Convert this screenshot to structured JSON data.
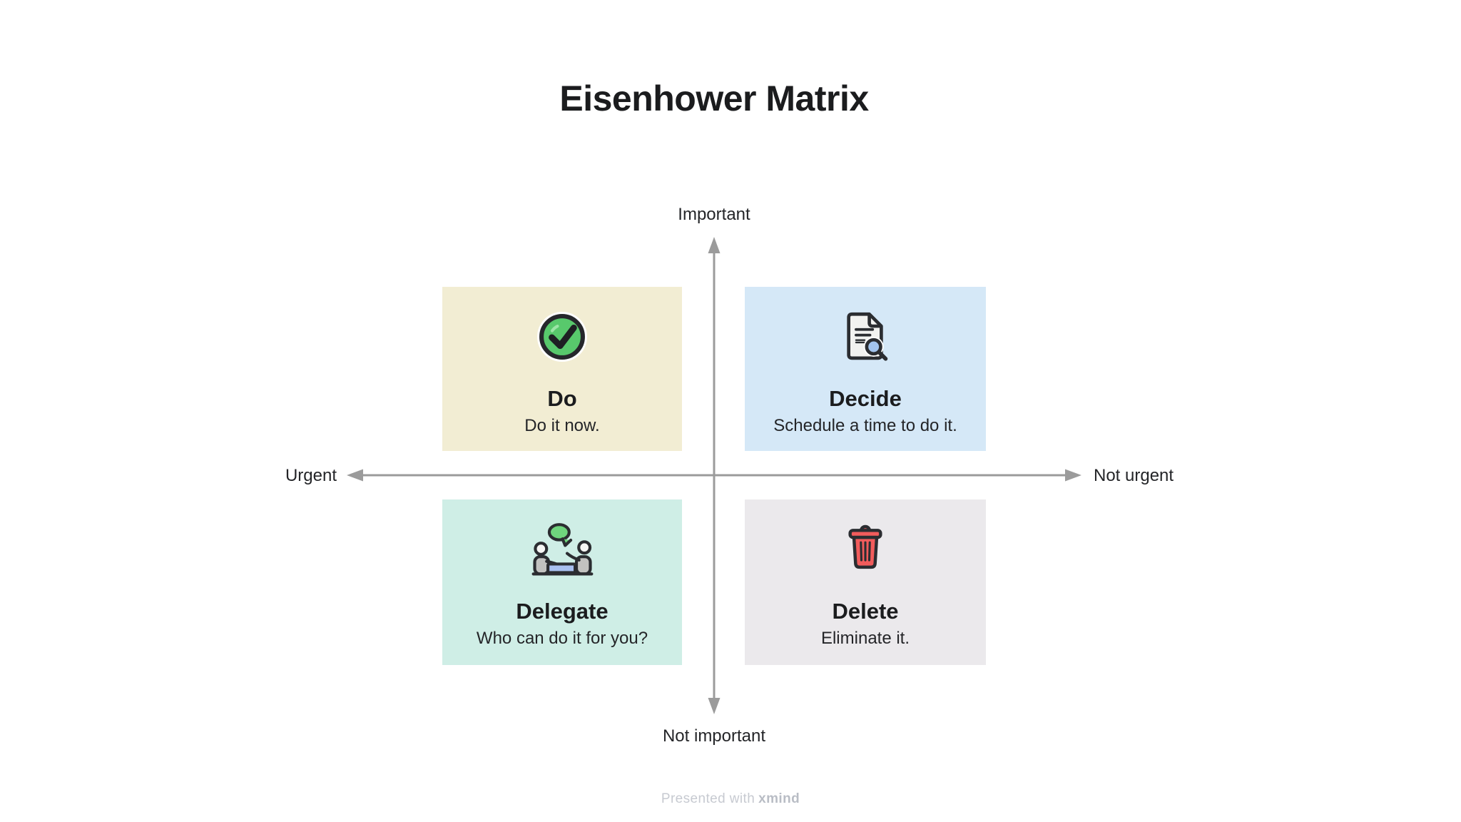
{
  "title": "Eisenhower Matrix",
  "axes": {
    "top_label": "Important",
    "bottom_label": "Not important",
    "left_label": "Urgent",
    "right_label": "Not urgent",
    "line_color": "#9b9b9b"
  },
  "quadrants": [
    {
      "key": "do",
      "title": "Do",
      "subtitle": "Do it now.",
      "icon": "check-circle-icon",
      "bg": "#f2edd3"
    },
    {
      "key": "decide",
      "title": "Decide",
      "subtitle": "Schedule a time to do it.",
      "icon": "document-search-icon",
      "bg": "#d5e8f7"
    },
    {
      "key": "delegate",
      "title": "Delegate",
      "subtitle": "Who can do it for you?",
      "icon": "people-discussion-icon",
      "bg": "#cfeee6"
    },
    {
      "key": "delete",
      "title": "Delete",
      "subtitle": "Eliminate it.",
      "icon": "trash-icon",
      "bg": "#ebe9ec"
    }
  ],
  "footer": {
    "text": "Presented with",
    "brand": "xmind"
  },
  "colors": {
    "check_green": "#58c96c",
    "bubble_green": "#6fd57d",
    "person_gray": "#c2c2c0",
    "head_white": "#f6f6f4",
    "table_blue": "#a9c0f0",
    "doc_fill": "#f2f2f0",
    "lens_blue": "#a3c4ee",
    "trash_red": "#f25c5c",
    "outline_dark": "#2b2d31"
  }
}
